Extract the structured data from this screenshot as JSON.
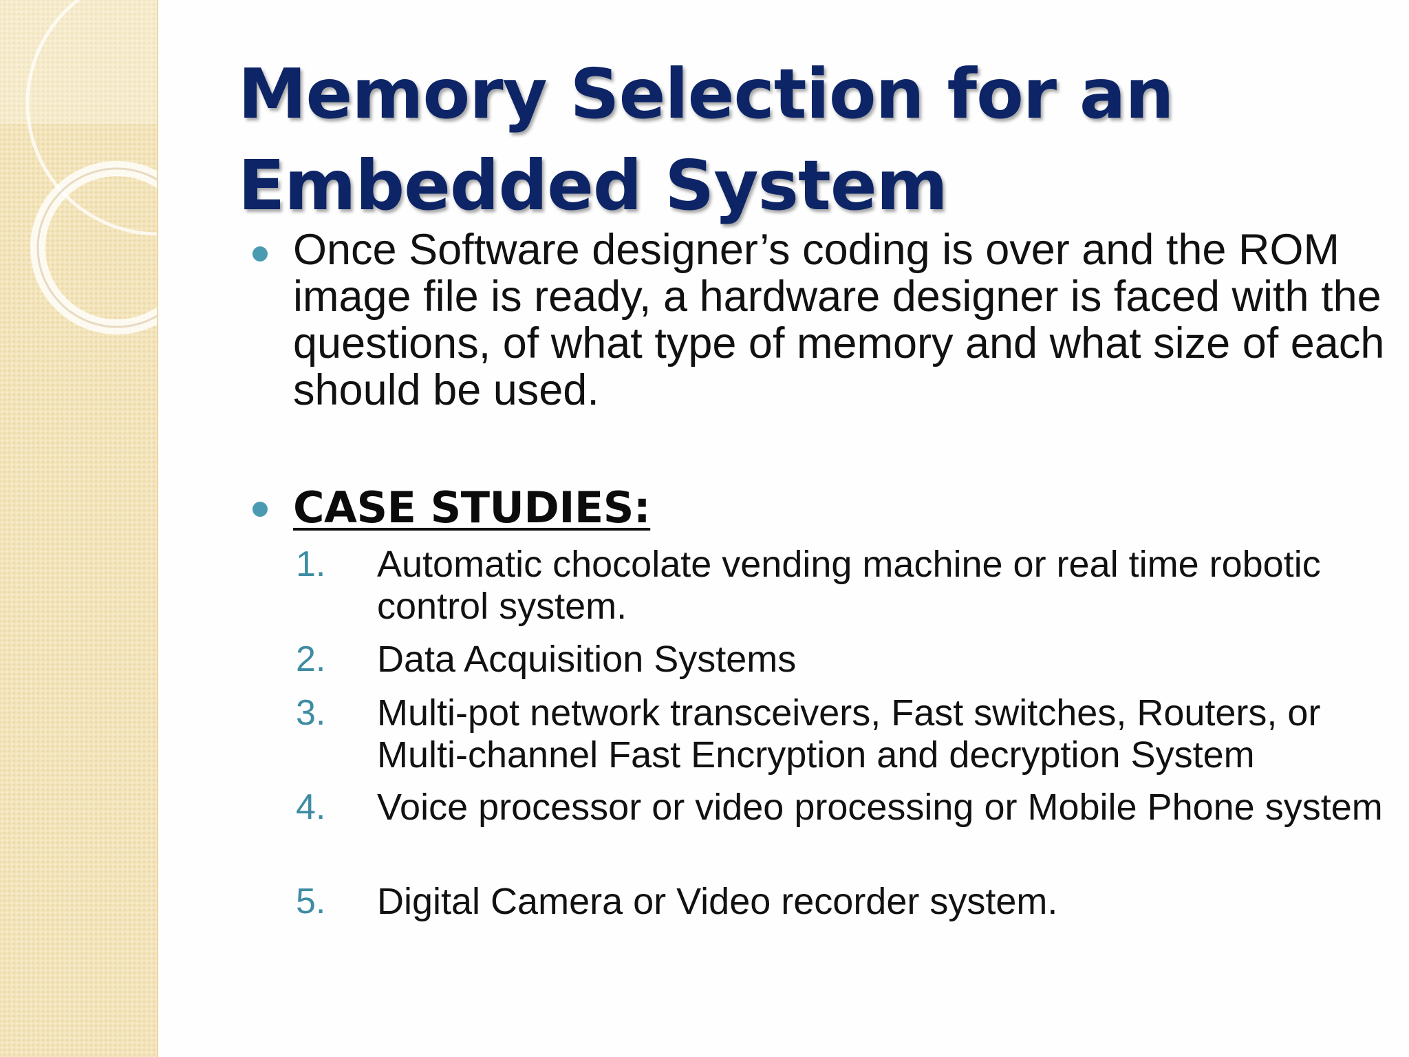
{
  "slide": {
    "title_line1": "Memory Selection for an",
    "title_line2": "Embedded System",
    "intro_bullet": "Once Software designer’s coding is over and the ROM image file is ready, a hardware designer is faced with the questions, of what type of memory and what size of each should be used.",
    "case_studies_heading": "CASE STUDIES:",
    "case_studies": [
      {
        "number": "1.",
        "text": "Automatic chocolate vending machine or real time robotic control system."
      },
      {
        "number": "2.",
        "text": "Data Acquisition Systems"
      },
      {
        "number": "3.",
        "text": "Multi-pot network transceivers, Fast switches, Routers, or Multi-channel Fast Encryption and decryption System"
      },
      {
        "number": "4.",
        "text": "Voice processor or video processing or Mobile Phone system"
      },
      {
        "number": "5.",
        "text": "Digital Camera or Video recorder system."
      }
    ]
  },
  "colors": {
    "title": "#0d2566",
    "bullet": "#4a9bb2",
    "numbering": "#3d8ca3",
    "side_band": "#f3e4ba",
    "body_text": "#111111"
  }
}
